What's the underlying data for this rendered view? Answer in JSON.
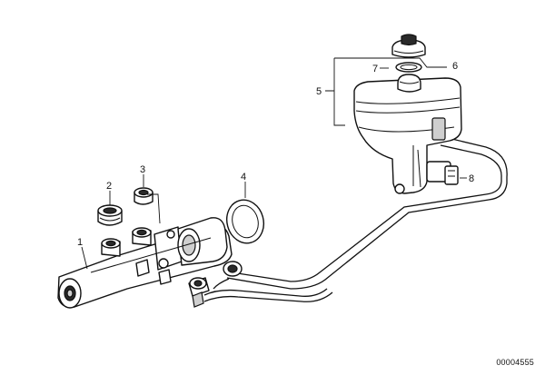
{
  "callouts": {
    "c1": "1",
    "c2": "2",
    "c3": "3",
    "c4": "4",
    "c5": "5",
    "c6": "6",
    "c7": "7",
    "c8": "8"
  },
  "document_number": "00004555"
}
